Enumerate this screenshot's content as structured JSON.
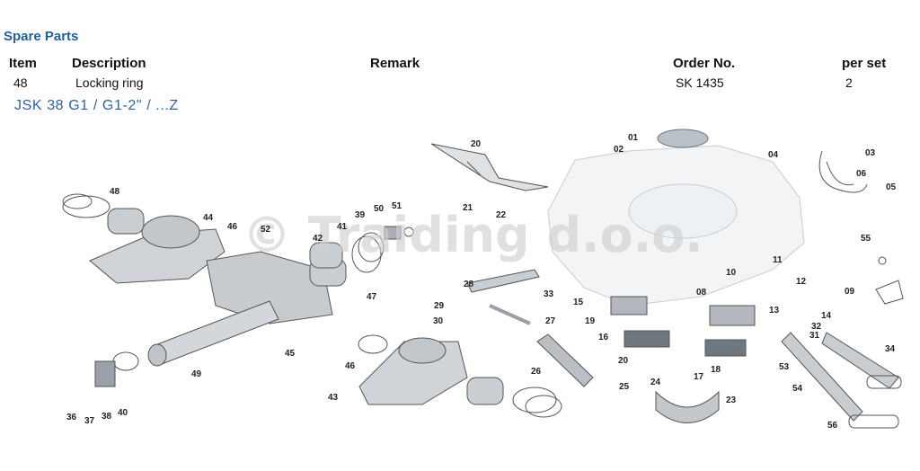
{
  "title": "Spare Parts",
  "table": {
    "headers": {
      "item": "Item",
      "description": "Description",
      "remark": "Remark",
      "order_no": "Order No.",
      "per_set": "per set"
    },
    "row": {
      "item": "48",
      "description": "Locking ring",
      "remark": "",
      "order_no": "SK 1435",
      "per_set": "2"
    }
  },
  "model_line": "JSK 38 G1 / G1-2\" / ...Z",
  "watermark": "© Traiding d.o.o.",
  "callouts": [
    "01",
    "02",
    "03",
    "04",
    "05",
    "06",
    "08",
    "09",
    "10",
    "11",
    "12",
    "13",
    "14",
    "15",
    "16",
    "17",
    "18",
    "19",
    "20",
    "20",
    "21",
    "22",
    "23",
    "24",
    "25",
    "26",
    "27",
    "28",
    "29",
    "30",
    "31",
    "32",
    "33",
    "34",
    "37",
    "38",
    "36",
    "39",
    "40",
    "41",
    "42",
    "43",
    "44",
    "45",
    "46",
    "46",
    "47",
    "48",
    "49",
    "50",
    "51",
    "52",
    "53",
    "54",
    "55",
    "56"
  ]
}
